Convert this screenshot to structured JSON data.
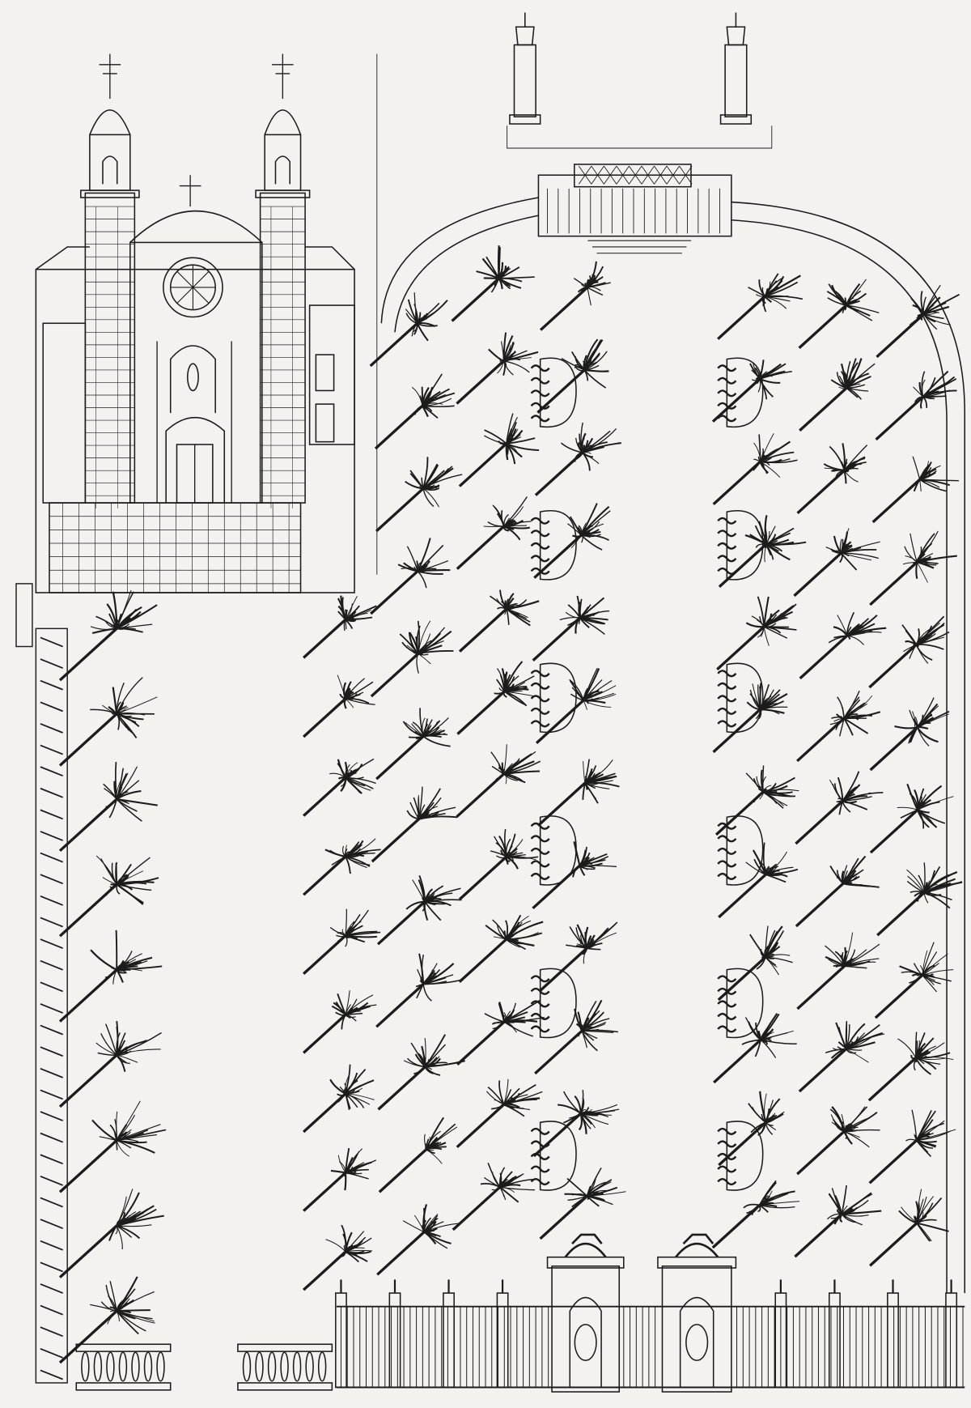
{
  "image": {
    "kind": "engraving",
    "subjects": [
      "church-facade",
      "tree-lined-garden-plan",
      "entrance-gate",
      "iron-fence",
      "balustrade",
      "lamp-pillars",
      "planters"
    ],
    "colors": {
      "paper": "#f3f2ef",
      "ink": "#1c1c1c"
    }
  }
}
